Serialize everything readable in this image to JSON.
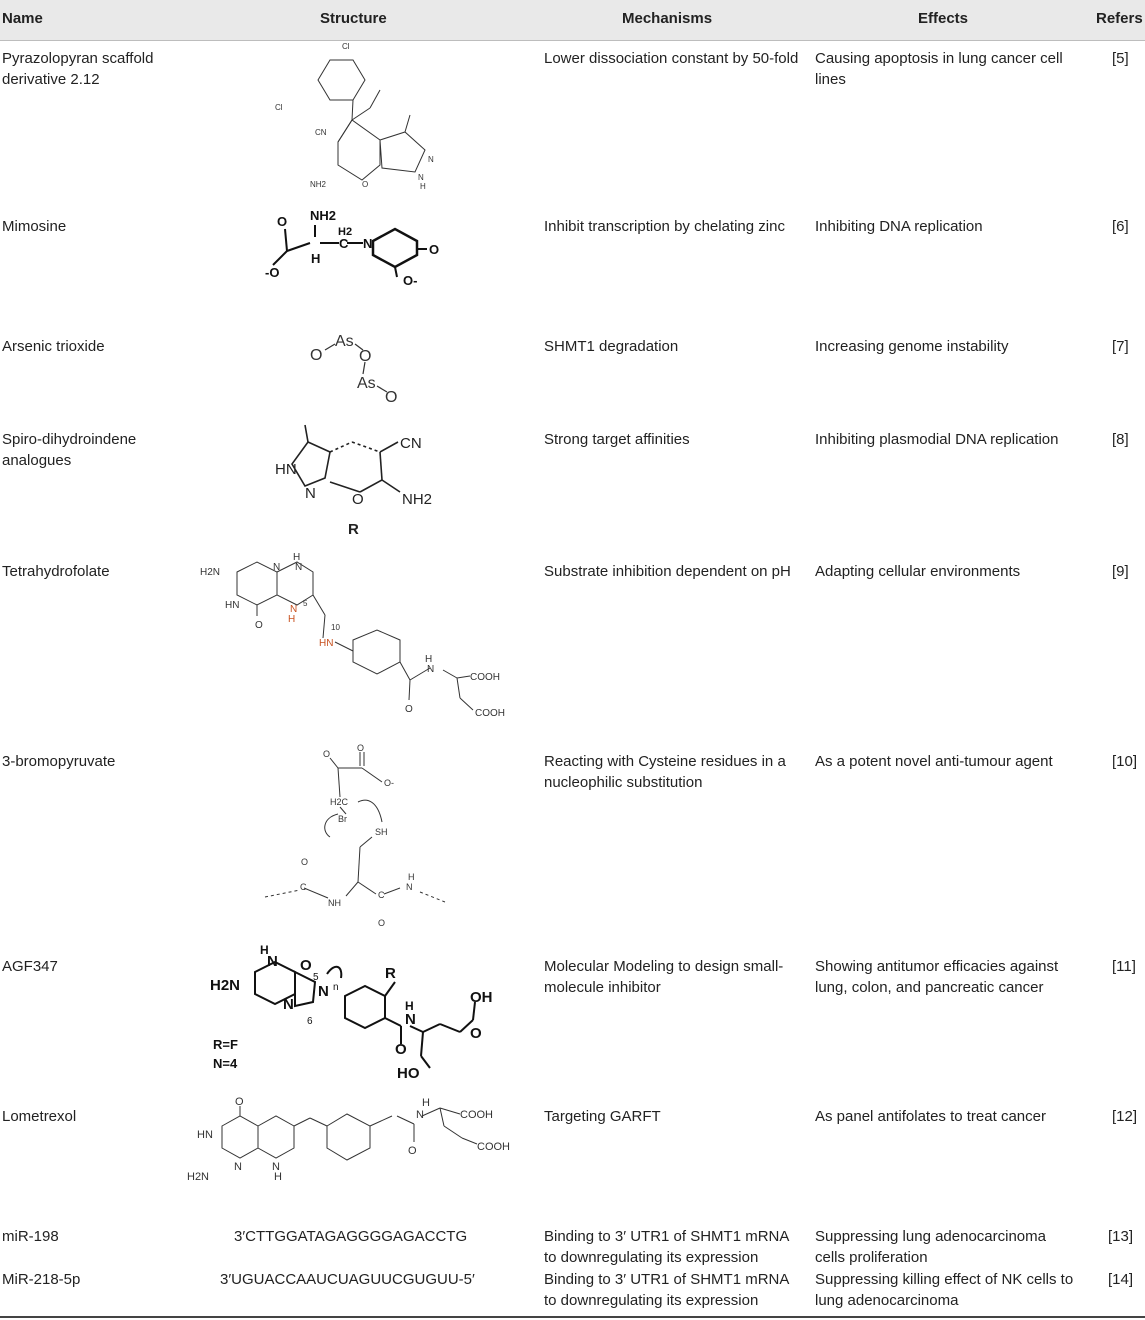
{
  "header": {
    "name": "Name",
    "structure": "Structure",
    "mechanisms": "Mechanisms",
    "effects": "Effects",
    "refers": "Refers"
  },
  "rows": [
    {
      "name": "Pyrazolopyran scaffold derivative 2.12",
      "mechanism": "Lower dissociation constant by 50-fold",
      "effect": "Causing apoptosis in lung cancer cell lines",
      "ref": "[5]"
    },
    {
      "name": "Mimosine",
      "mechanism": "Inhibit transcription by chelating zinc",
      "effect": "Inhibiting DNA replication",
      "ref": "[6]"
    },
    {
      "name": "Arsenic trioxide",
      "mechanism": "SHMT1 degradation",
      "effect": "Increasing genome instability",
      "ref": "[7]"
    },
    {
      "name": "Spiro-dihydroindene analogues",
      "mechanism": "Strong target affinities",
      "effect": "Inhibiting plasmodial DNA replication",
      "ref": "[8]"
    },
    {
      "name": "Tetrahydrofolate",
      "mechanism": "Substrate inhibition dependent on pH",
      "effect": "Adapting cellular environments",
      "ref": "[9]"
    },
    {
      "name": "3-bromopyruvate",
      "mechanism": "Reacting with Cysteine residues in a nucleophilic substitution",
      "effect": "As a potent novel anti-tumour agent",
      "ref": "[10]"
    },
    {
      "name": "AGF347",
      "mechanism": "Molecular Modeling to design small-molecule inhibitor",
      "effect": "Showing antitumor efficacies against lung, colon, and pancreatic cancer",
      "ref": "[11]"
    },
    {
      "name": "Lometrexol",
      "mechanism": "Targeting GARFT",
      "effect": "As panel antifolates to treat cancer",
      "ref": "[12]"
    },
    {
      "name": "miR-198",
      "structure": "3′CTTGGATAGAGGGGAGACCTG",
      "mechanism": "Binding to 3′ UTR1 of SHMT1 mRNA to downregulating its expression",
      "effect": "Suppressing lung adenocarcinoma cells proliferation",
      "ref": "[13]"
    },
    {
      "name": "MiR-218-5p",
      "structure": "3′UGUACCAAUCUAGUUCGUGUU-5′",
      "mechanism": "Binding to 3′ UTR1 of SHMT1 mRNA to downregulating its expression",
      "effect": "Suppressing killing effect of NK cells to lung adenocarcinoma",
      "ref": "[14]"
    }
  ],
  "structure_labels": {
    "pyrazolopyran": {
      "cl1": "Cl",
      "cl2": "Cl",
      "cn": "CN",
      "nh2": "NH2",
      "o": "O",
      "n1": "N",
      "nh": "N",
      "h": "H"
    },
    "mimosine": {
      "o1": "O",
      "nh2": "NH2",
      "h2": "H2",
      "c": "C",
      "h": "H",
      "n": "N",
      "o2": "O",
      "om": "-O",
      "om2": "O-"
    },
    "arsenic": {
      "as1": "As",
      "as2": "As",
      "o1": "O",
      "o2": "O",
      "o3": "O"
    },
    "spiro": {
      "cn": "CN",
      "hn": "HN",
      "n": "N",
      "o": "O",
      "nh2": "NH2",
      "r": "R"
    },
    "thf": {
      "h2n": "H2N",
      "n1": "N",
      "n2": "N",
      "h1": "H",
      "hn1": "HN",
      "n5": "N",
      "h5": "H",
      "five": "5",
      "o": "O",
      "ten": "10",
      "hn10": "HN",
      "h": "H",
      "nn": "N",
      "cooh1": "COOH",
      "cooh2": "COOH",
      "o2": "O"
    },
    "brpy": {
      "o1": "O",
      "o2": "O",
      "om": "O-",
      "h2c": "H2C",
      "br": "Br",
      "sh": "SH",
      "o3": "O",
      "c1": "C",
      "nh1": "NH",
      "c2": "C",
      "o4": "O",
      "h": "H",
      "n": "N"
    },
    "agf": {
      "h2n": "H2N",
      "h": "H",
      "n1": "N",
      "o": "O",
      "n2": "N",
      "n3": "N",
      "five": "5",
      "n": "n",
      "six": "6",
      "r": "R",
      "rf": "R=F",
      "n4": "N=4",
      "h2": "H",
      "nn": "N",
      "oh": "OH",
      "o2": "O",
      "ho": "HO",
      "o3": "O"
    },
    "lometrexol": {
      "o": "O",
      "hn": "HN",
      "h2n": "H2N",
      "n": "N",
      "h": "H",
      "nh": "N",
      "h2": "H",
      "nn": "N",
      "cooh1": "COOH",
      "cooh2": "COOH",
      "o2": "O"
    }
  }
}
